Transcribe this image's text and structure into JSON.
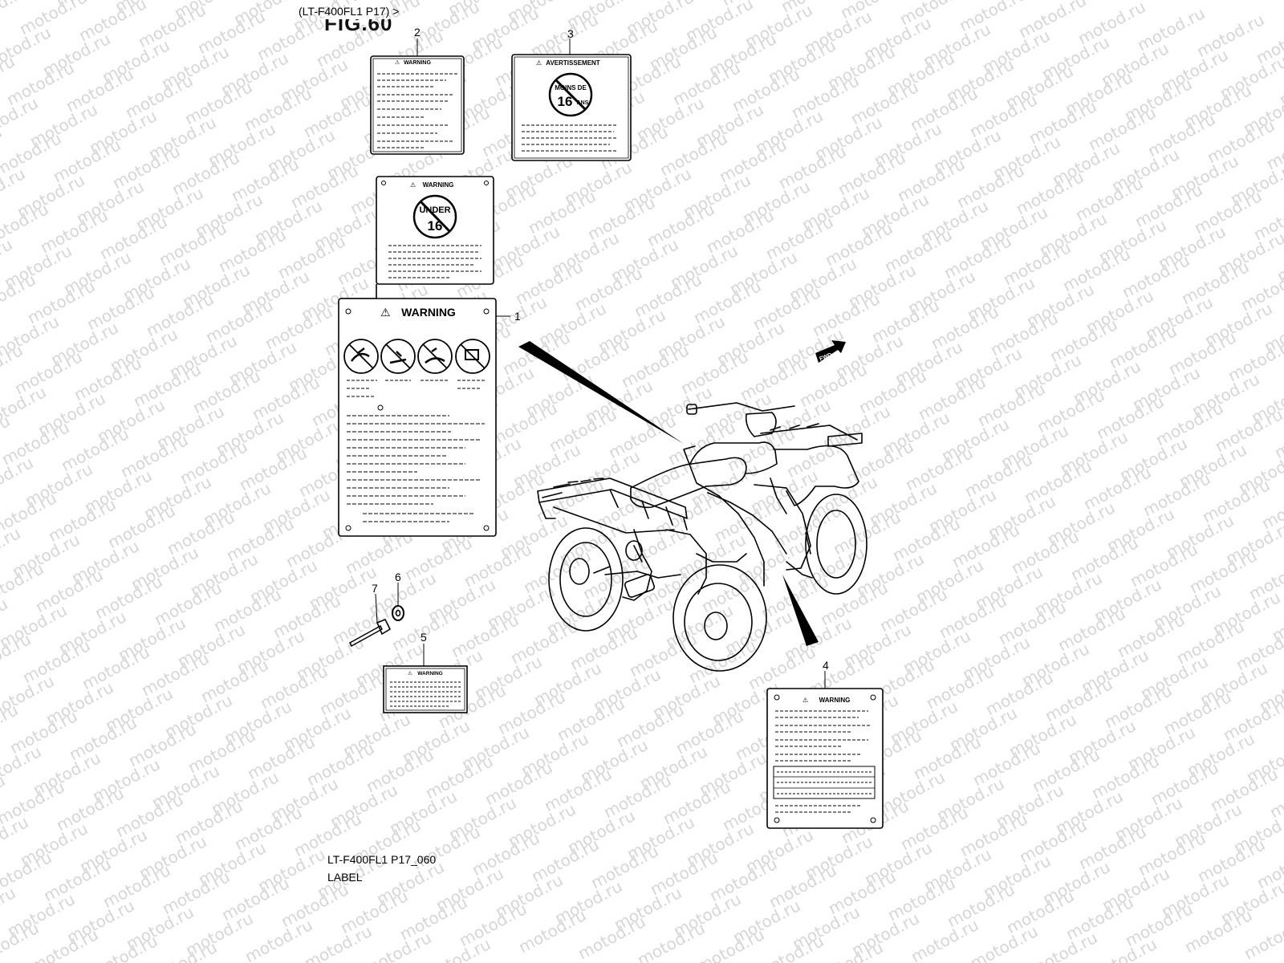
{
  "header": {
    "model_ref": "(LT-F400FL1 P17) >",
    "fig_label": "FIG.60"
  },
  "footer": {
    "diagram_code": "LT-F400FL1 P17_060",
    "title": "LABEL"
  },
  "watermark": "motod.ru",
  "labels": {
    "warning": "WARNING",
    "avertissement": "AVERTISSEMENT",
    "under": "UNDER",
    "under_age": "16",
    "moins_de": "MOINS DE",
    "ans": "ANS",
    "fwd": "FWD"
  },
  "callouts": [
    "1",
    "2",
    "3",
    "4",
    "5",
    "6",
    "7"
  ],
  "colors": {
    "ink": "#000000",
    "watermark": "#d6d6d6",
    "background": "#ffffff"
  }
}
